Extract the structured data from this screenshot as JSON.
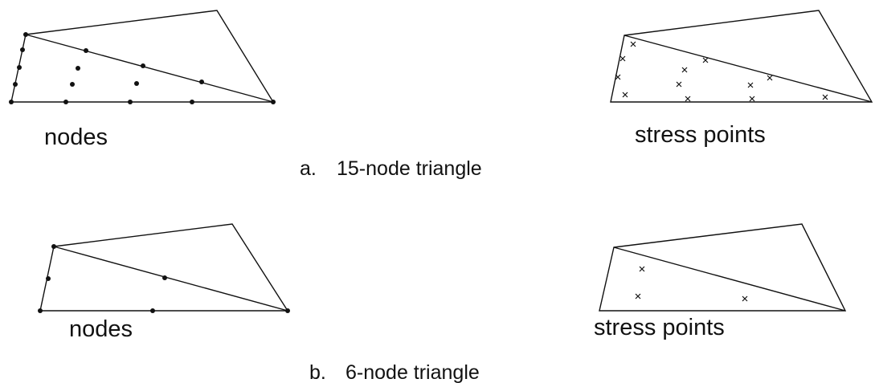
{
  "panel_a": {
    "nodes_label": "nodes",
    "stress_label": "stress points",
    "caption_letter": "a.",
    "caption_text": "15-node triangle"
  },
  "panel_b": {
    "nodes_label": "nodes",
    "stress_label": "stress points",
    "caption_letter": "b.",
    "caption_text": "6-node triangle"
  },
  "colors": {
    "line": "#111111",
    "background": "#ffffff"
  },
  "markers": {
    "node": "filled-dot",
    "stress_point": "cross"
  }
}
